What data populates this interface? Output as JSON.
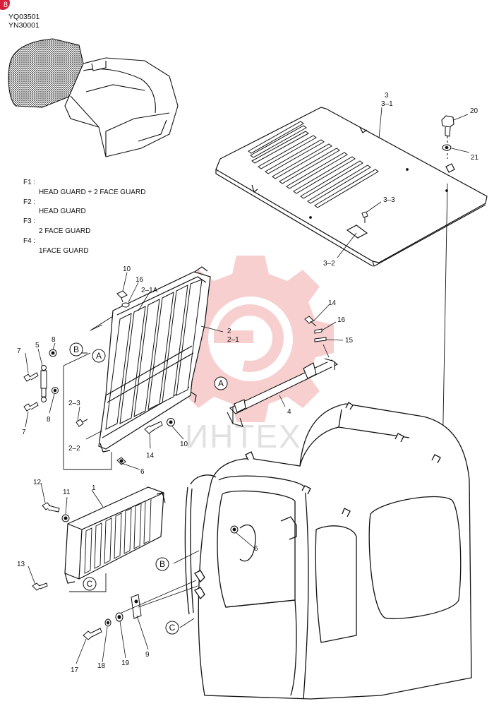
{
  "corner_mark": "8",
  "codes": [
    "YQ03501",
    "YN30001"
  ],
  "legend": [
    {
      "key": "F1 :",
      "desc": "HEAD GUARD + 2 FACE GUARD"
    },
    {
      "key": "F2 :",
      "desc": "HEAD GUARD"
    },
    {
      "key": "F3 :",
      "desc": "2 FACE GUARD"
    },
    {
      "key": "F4 :",
      "desc": "1FACE GUARD"
    }
  ],
  "watermark_text": "ИНТЕХ",
  "callouts": {
    "c20": "20",
    "c21": "21",
    "c3": "3",
    "c3_1": "3–1",
    "c3_3": "3–3",
    "c3_2": "3–2",
    "c10a": "10",
    "c16a": "16",
    "c2_1a": "2–1A",
    "c2": "2",
    "c2_1": "2–1",
    "c14a": "14",
    "c16b": "16",
    "c15": "15",
    "c7a": "7",
    "c5": "5",
    "c8a": "8",
    "c2_3": "2–3",
    "c8b": "8",
    "c7b": "7",
    "c2_2": "2–2",
    "c14b": "14",
    "c10b": "10",
    "c6a": "6",
    "c4": "4",
    "c12": "12",
    "c11": "11",
    "c1": "1",
    "c13": "13",
    "c6b": "6",
    "c17": "17",
    "c18": "18",
    "c19": "19",
    "c9": "9"
  },
  "circle_labels": {
    "a1": "A",
    "a2": "A",
    "b1": "B",
    "b2": "B",
    "c1": "C",
    "c2": "C"
  }
}
